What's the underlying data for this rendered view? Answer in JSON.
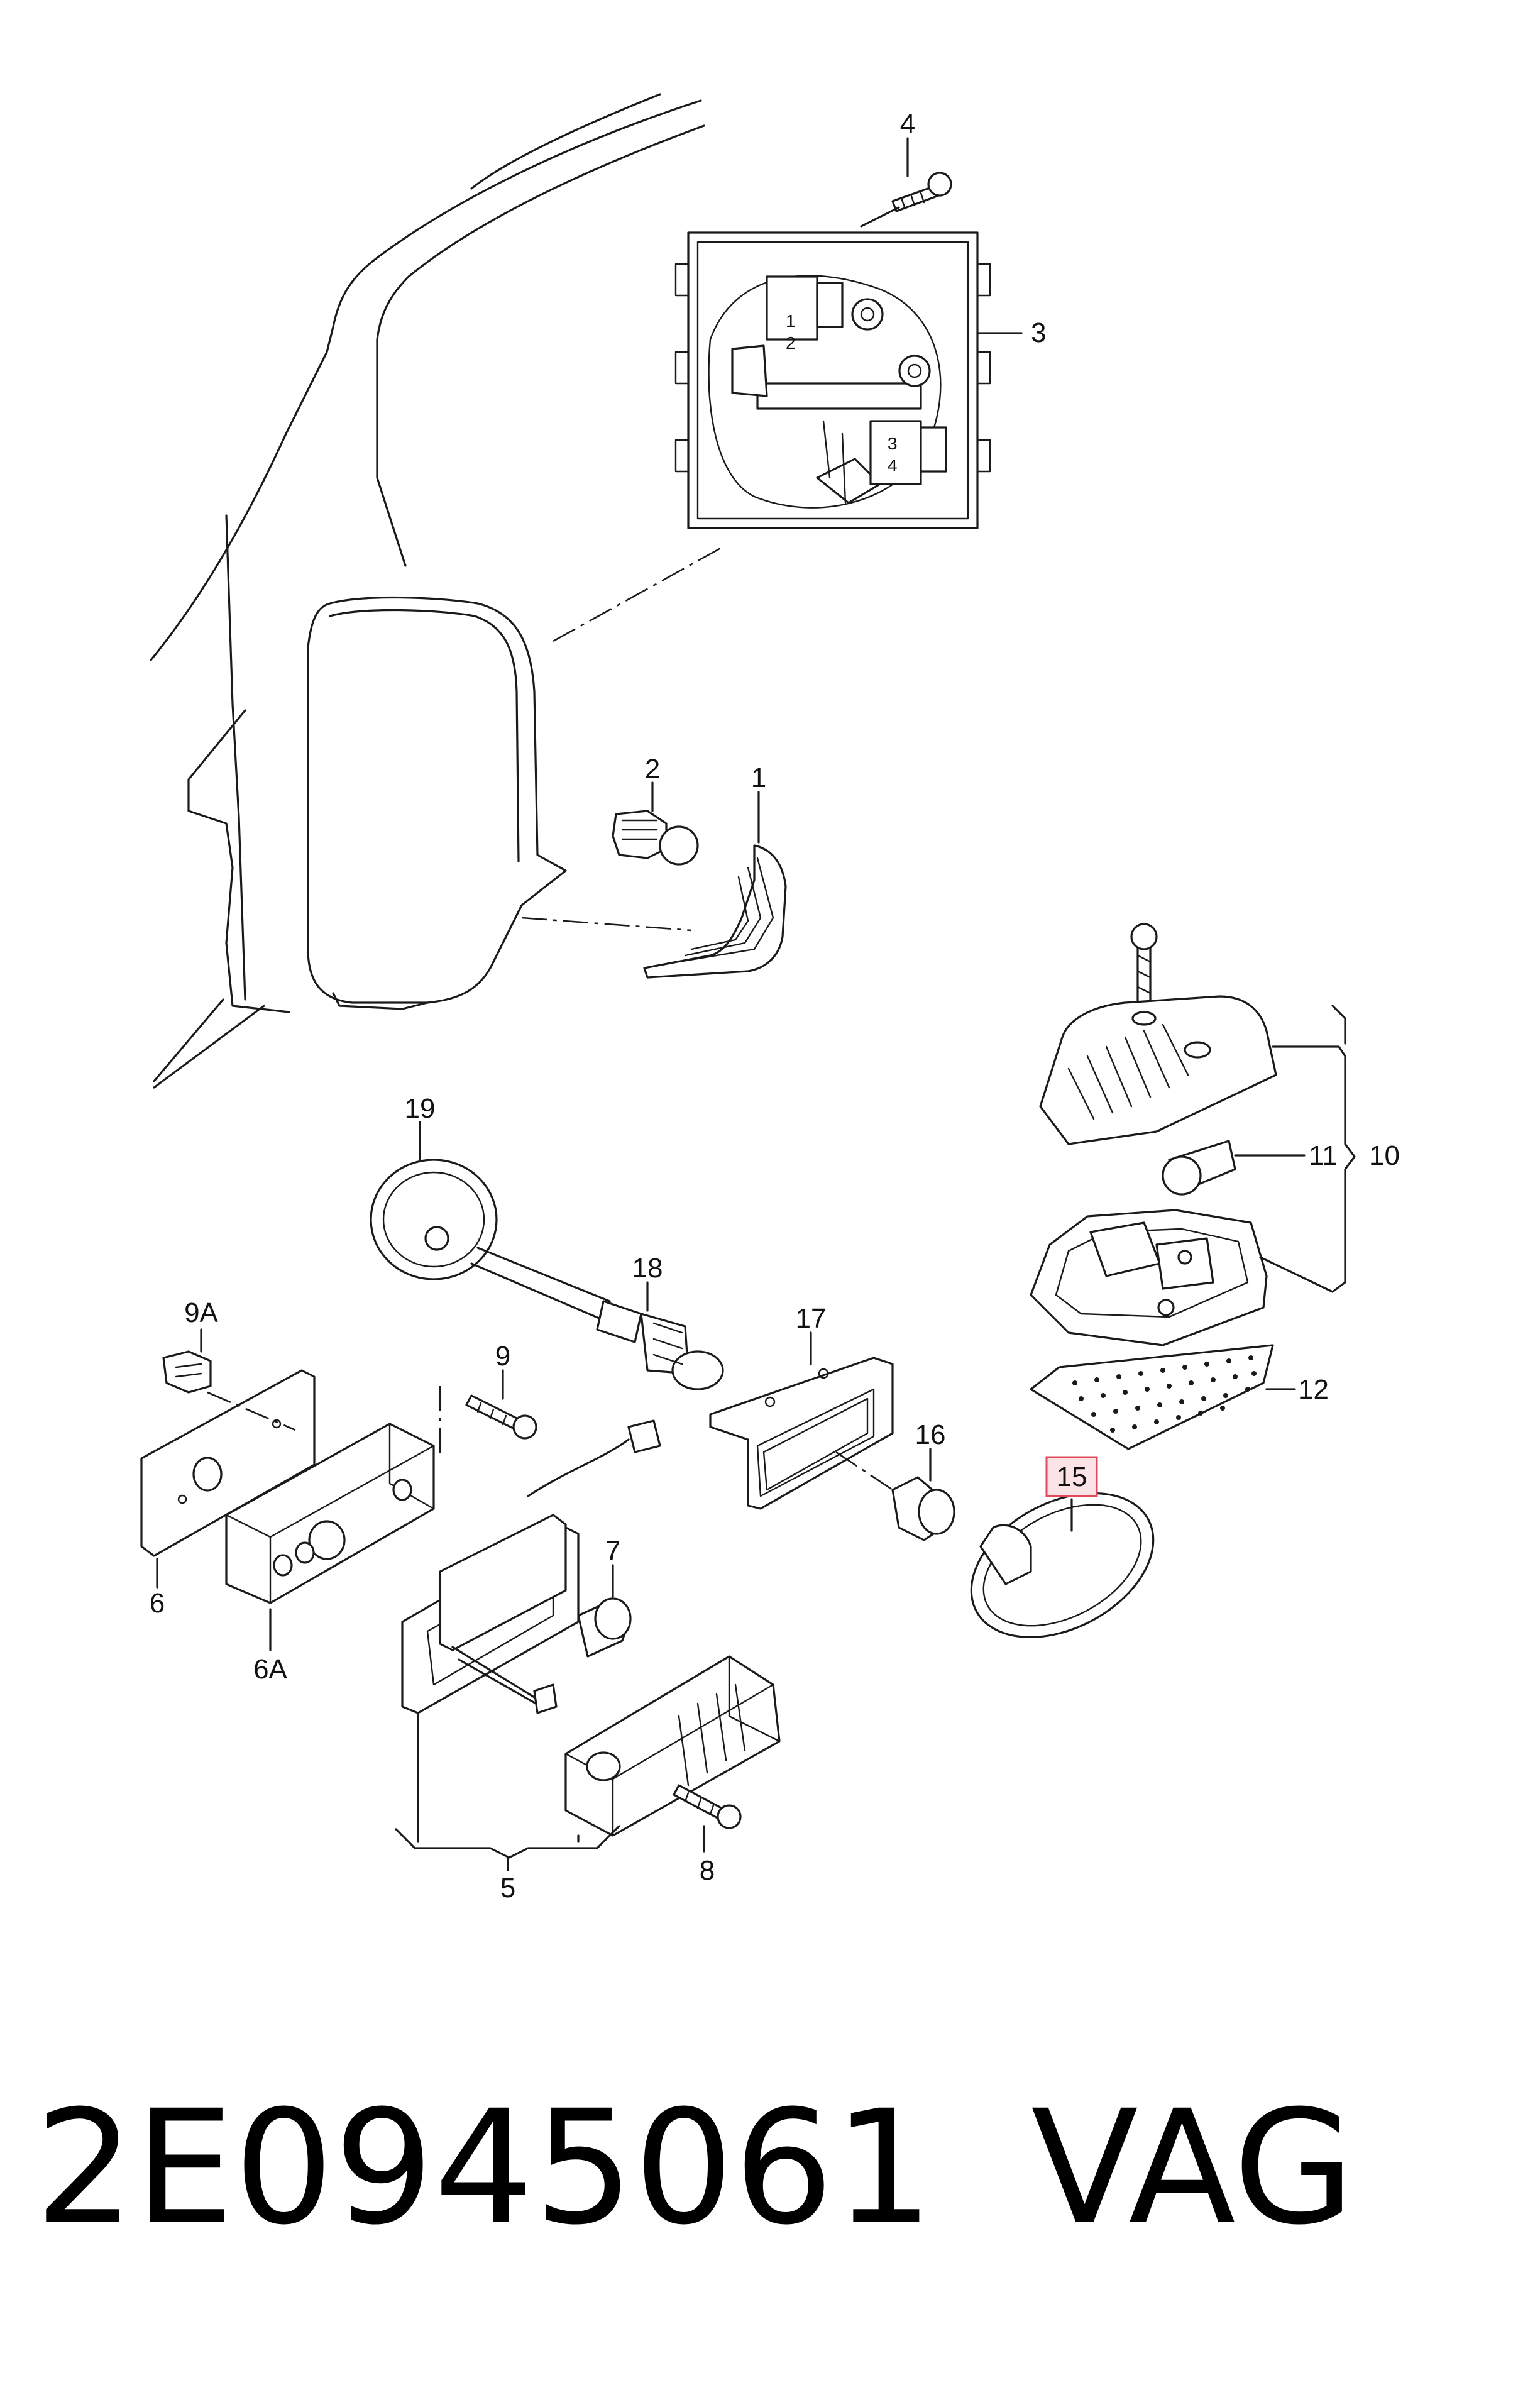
{
  "callouts": {
    "c1": "1",
    "c2": "2",
    "c3": "3",
    "c4": "4",
    "c5": "5",
    "c6": "6",
    "c6a": "6A",
    "c7": "7",
    "c8": "8",
    "c9": "9",
    "c9a": "9A",
    "c10": "10",
    "c11": "11",
    "c12": "12",
    "c15": "15",
    "c16": "16",
    "c17": "17",
    "c18": "18",
    "c19": "19"
  },
  "fuse_labels": {
    "box_a_1": "1",
    "box_a_2": "2",
    "box_b_3": "3",
    "box_b_4": "4"
  },
  "highlight": {
    "color": "#e04a5a",
    "fill": "#fbe3e6"
  },
  "footer": {
    "part_number": "2E0945061",
    "brand": "VAG"
  }
}
